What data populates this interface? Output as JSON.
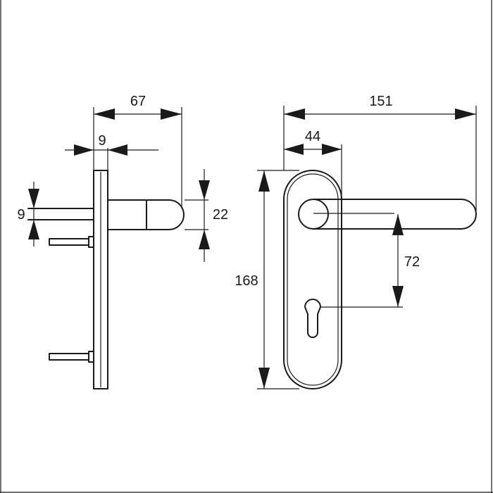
{
  "dimensions": {
    "side_depth": "67",
    "rose_thickness": "9",
    "spindle_square": "9",
    "lever_diameter": "22",
    "total_length": "151",
    "plate_width": "44",
    "plate_height": "168",
    "center_distance": "72"
  },
  "colors": {
    "line": "#1a1a1a",
    "background": "#ffffff"
  }
}
